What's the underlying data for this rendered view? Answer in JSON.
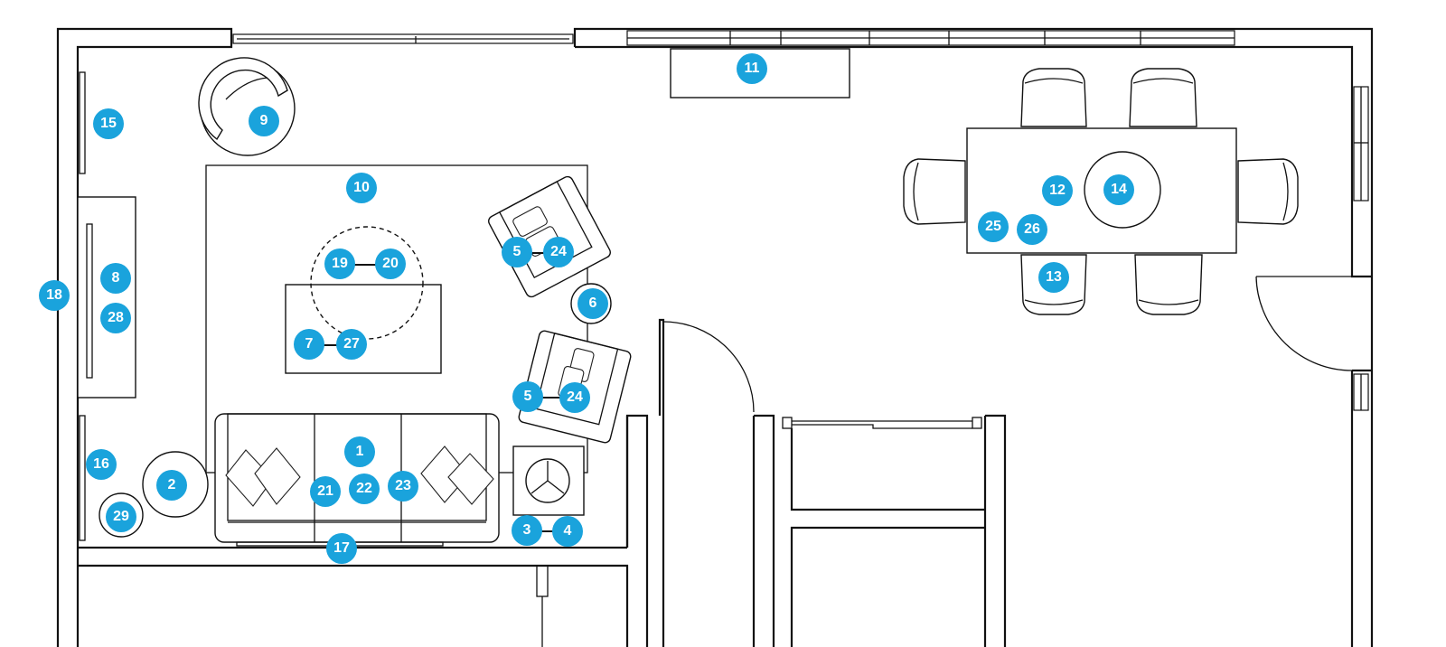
{
  "markers": {
    "m1": "1",
    "m2": "2",
    "m3": "3",
    "m4": "4",
    "m5a": "5",
    "m5b": "5",
    "m6": "6",
    "m7": "7",
    "m8": "8",
    "m9": "9",
    "m10": "10",
    "m11": "11",
    "m12": "12",
    "m13": "13",
    "m14": "14",
    "m15": "15",
    "m16": "16",
    "m17": "17",
    "m18": "18",
    "m19": "19",
    "m20": "20",
    "m21": "21",
    "m22": "22",
    "m23": "23",
    "m24a": "24",
    "m24b": "24",
    "m25": "25",
    "m26": "26",
    "m27": "27",
    "m28": "28",
    "m29": "29"
  },
  "colors": {
    "marker": "#1aa3dc",
    "marker_text": "#ffffff",
    "lines": "#111111",
    "background": "#ffffff"
  }
}
